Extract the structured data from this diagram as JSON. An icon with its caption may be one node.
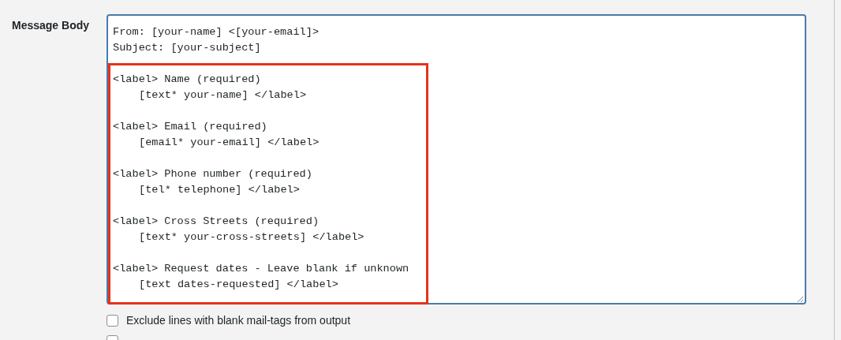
{
  "diagram": {
    "labels": [
      "Message Body",
      "From: [your-name] <[your-email]>",
      "Subject: [your-subject]",
      "<label> Name (required)",
      "[text* your-name] </label>",
      "<label> Email (required)",
      "[email* your-email] </label>",
      "<label> Phone number (required)",
      "[tel* telephone] </label>",
      "<label> Cross Streets (required)",
      "[text* your-cross-streets] </label>",
      "<label> Request dates - Leave blank if unknown",
      "[text dates-requested] </label>",
      "Exclude lines with blank mail-tags from output"
    ]
  }
}
